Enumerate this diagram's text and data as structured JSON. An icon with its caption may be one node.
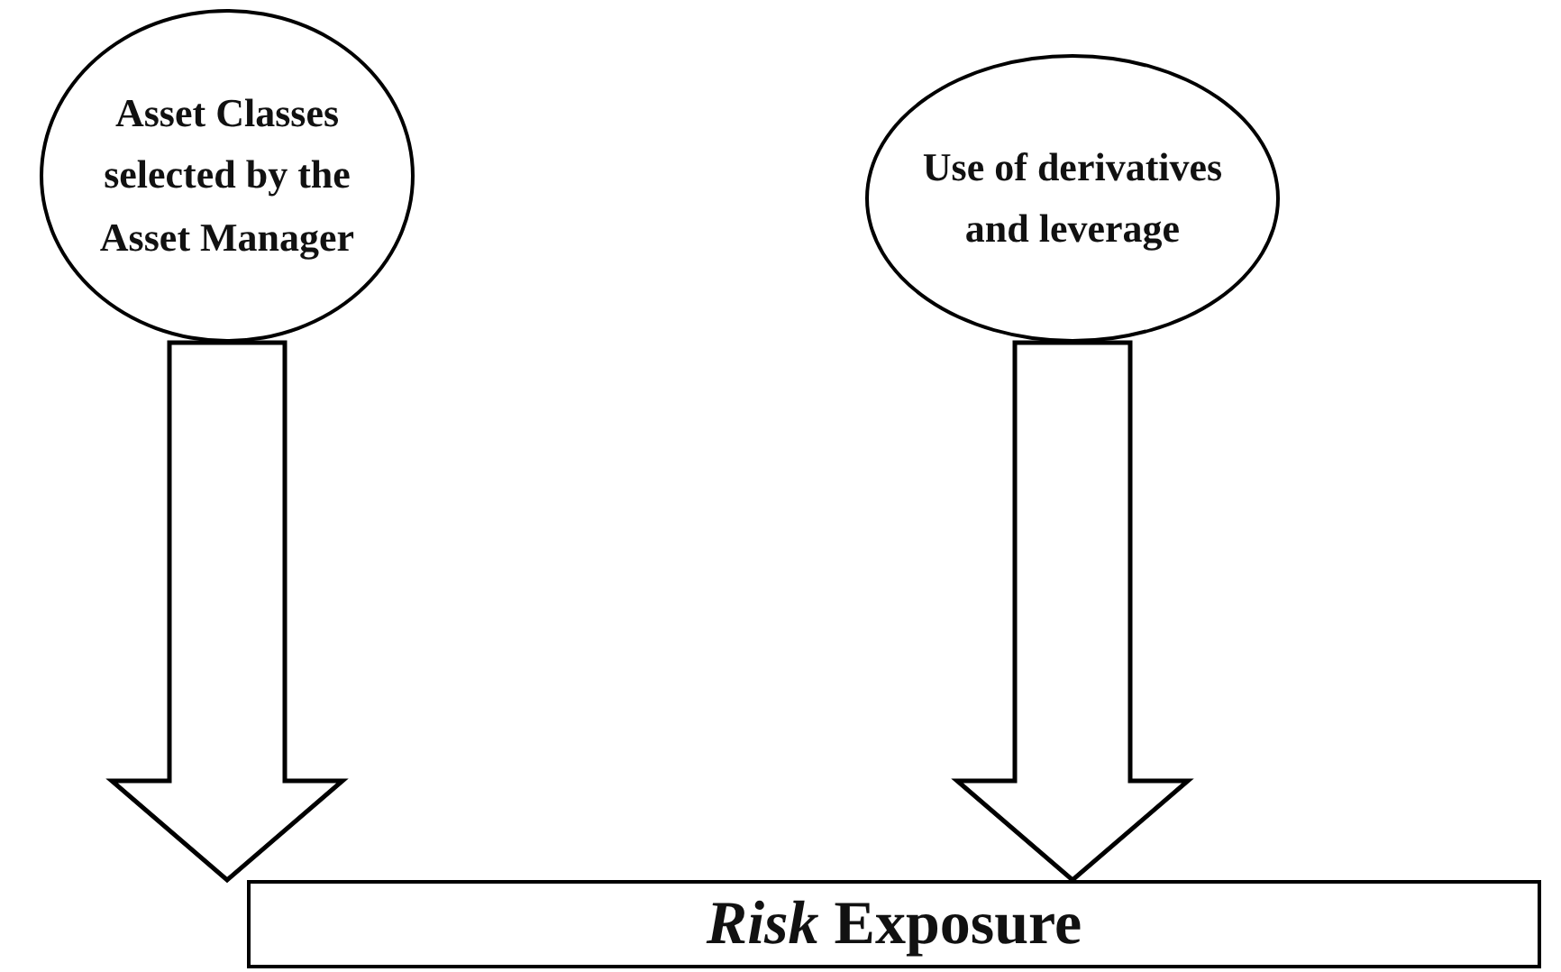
{
  "diagram": {
    "nodes": [
      {
        "text": [
          "Asset Classes selected by the Asset Manager"
        ]
      },
      {
        "text": [
          "Use of derivatives and leverage"
        ]
      },
      {
        "text": [
          "*Risk* Exposure"
        ]
      }
    ],
    "edges": [
      {
        "from": 0,
        "to": 2,
        "arrow": "to",
        "style": "thick"
      },
      {
        "from": 1,
        "to": 2,
        "arrow": "to",
        "style": "thick"
      }
    ]
  }
}
